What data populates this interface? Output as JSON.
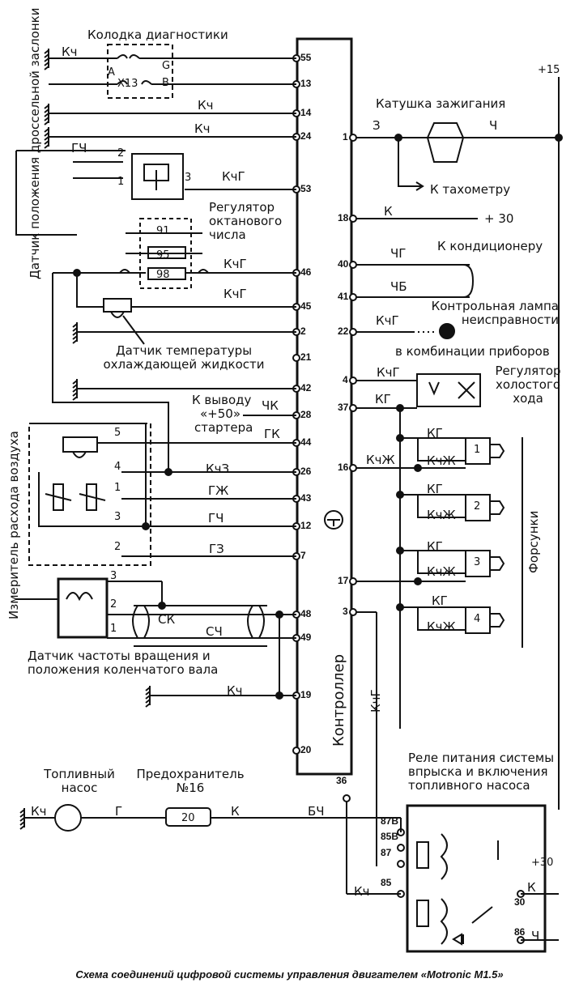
{
  "title": "Схема соединений цифровой системы управления двигателем «Motronic M1.5»",
  "controller": {
    "label": "Контроллер",
    "left_pins": [
      "55",
      "13",
      "14",
      "24",
      "53",
      "46",
      "45",
      "2",
      "21",
      "42",
      "28",
      "44",
      "26",
      "43",
      "12",
      "7",
      "48",
      "49",
      "19",
      "20"
    ],
    "bottom_pin": "36",
    "right_pins": [
      "1",
      "18",
      "40",
      "41",
      "22",
      "4",
      "37",
      "16",
      "17",
      "3"
    ]
  },
  "labels": {
    "diag_block": "Колодка диагностики",
    "diag_a": "A",
    "diag_g": "G",
    "diag_x13": "X13",
    "diag_b": "B",
    "throttle_sensor": "Датчик положения дроссельной заслонки",
    "octane_regulator": "Регулятор октанового числа",
    "oct_91": "91",
    "oct_95": "95",
    "oct_98": "98",
    "coolant_sensor": "Датчик температуры охлаждающей жидкости",
    "starter_out_1": "К выводу",
    "starter_out_2": "«+50»",
    "starter_out_3": "стартера",
    "air_flow_meter": "Измеритель расхода воздуха",
    "crank_sensor": "Датчик частоты вращения и положения коленчатого вала",
    "ignition_coil": "Катушка зажигания",
    "plus15": "+15",
    "tachometer": "К тахометру",
    "plus30": "+ 30",
    "conditioner": "К кондиционеру",
    "fault_lamp": "Контрольная лампа неисправности",
    "dashboard": "в комбинации приборов",
    "idle_regulator": "Регулятор холостого хода",
    "injectors": "Форсунки",
    "relay": "Реле питания системы впрыска и включения топливного насоса",
    "fuel_pump": "Топливный насос",
    "fuse": "Предохранитель №16",
    "fuse_val": "20",
    "relay_plus30": "+30"
  },
  "wires": {
    "kch": "Кч",
    "kchg": "КчГ",
    "gch": "ГЧ",
    "z": "З",
    "ch": "Ч",
    "k": "К",
    "chg": "ЧГ",
    "chb": "ЧБ",
    "chk": "ЧК",
    "gk": "ГК",
    "kchz": "КчЗ",
    "gzh": "ГЖ",
    "gz": "ГЗ",
    "sk": "СК",
    "sch": "СЧ",
    "kg": "КГ",
    "kchzh": "КчЖ",
    "g": "Г",
    "bch": "БЧ"
  },
  "relay_pins": [
    "87B",
    "85B",
    "87",
    "85",
    "30",
    "86"
  ],
  "air_pins": [
    "5",
    "4",
    "1",
    "3",
    "2"
  ],
  "crank_pins": [
    "3",
    "2",
    "1"
  ],
  "throttle_pins": [
    "2",
    "1",
    "3"
  ],
  "injector_nums": [
    "1",
    "2",
    "3",
    "4"
  ]
}
